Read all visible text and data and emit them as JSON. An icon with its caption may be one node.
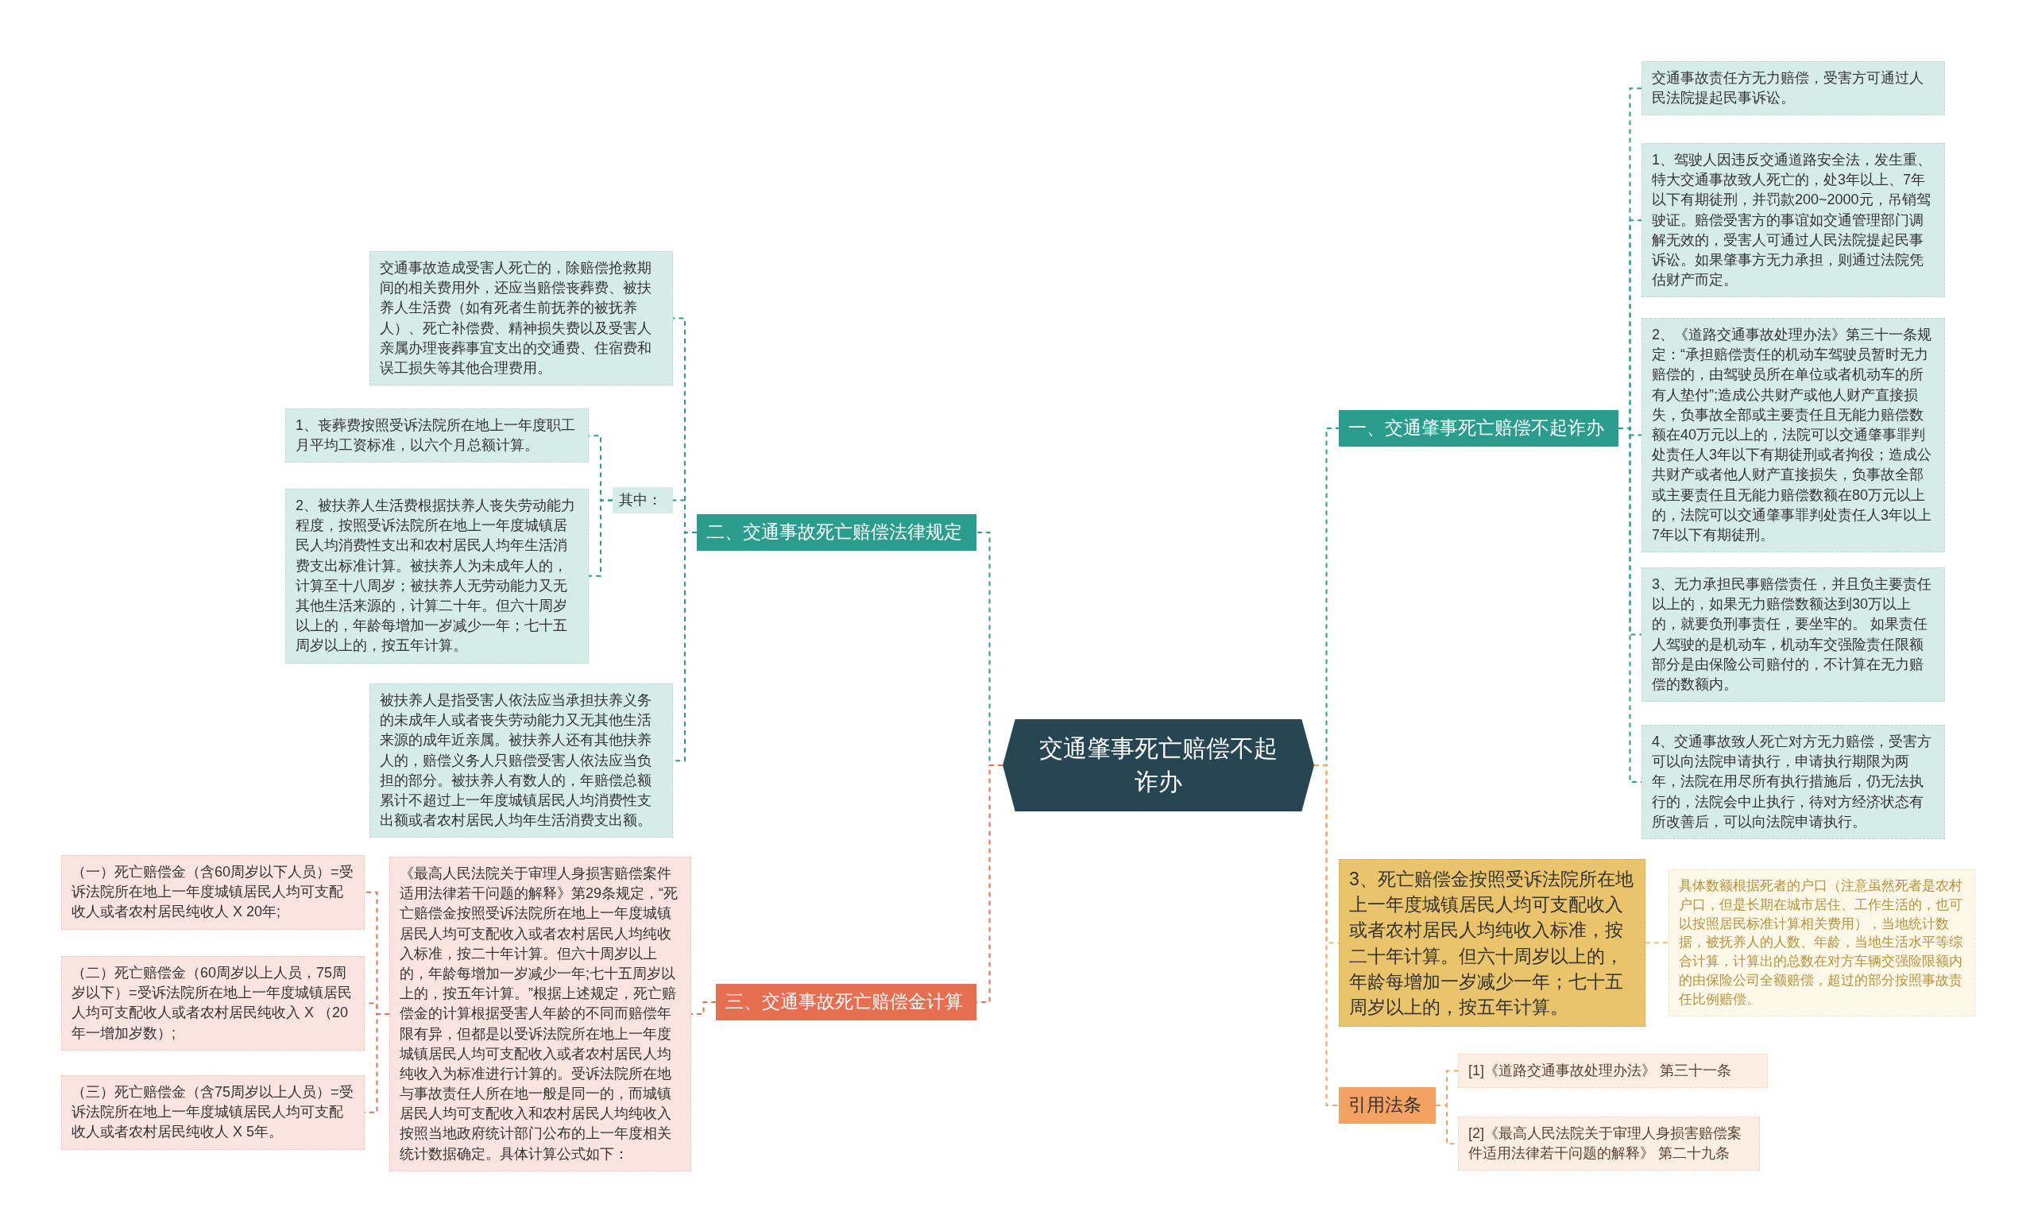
{
  "diagram": {
    "nodes": [
      {
        "text": [
          "交通肇事死亡赔偿不起诈办"
        ]
      },
      {
        "text": [
          "一、交通肇事死亡赔偿不起诈办"
        ]
      },
      {
        "text": [
          "交通事故责任方无力赔偿，受害方可通过人民法院提起民事诉讼。"
        ]
      },
      {
        "text": [
          "1、驾驶人因违反交通道路安全法，发生重、特大交通事故致人死亡的，处3年以上、7年以下有期徒刑，并罚款200~2000元，吊销驾驶证。赔偿受害方的事谊如交通管理部门调解无效的，受害人可通过人民法院提起民事诉讼。如果肇事方无力承担，则通过法院凭估财产而定。"
        ]
      },
      {
        "text": [
          "2、《道路交通事故处理办法》第三十一条规定：“承担赔偿责任的机动车驾驶员暂时无力赔偿的，由驾驶员所在单位或者机动车的所有人垫付”;造成公共财产或他人财产直接损失，负事故全部或主要责任且无能力赔偿数额在40万元以上的，法院可以交通肇事罪判处责任人3年以下有期徒刑或者拘役；造成公共财产或者他人财产直接损失，负事故全部或主要责任且无能力赔偿数额在80万元以上的，法院可以交通肇事罪判处责任人3年以上7年以下有期徒刑。"
        ]
      },
      {
        "text": [
          "3、无力承担民事赔偿责任，并且负主要责任以上的，如果无力赔偿数额达到30万以上的，就要负刑事责任，要坐牢的。 如果责任人驾驶的是机动车，机动车交强险责任限额部分是由保险公司赔付的，不计算在无力赔偿的数额内。"
        ]
      },
      {
        "text": [
          "4、交通事故致人死亡对方无力赔偿，受害方可以向法院申请执行，申请执行期限为两年，法院在用尽所有执行措施后，仍无法执行的，法院会中止执行，待对方经济状态有所改善后，可以向法院申请执行。"
        ]
      },
      {
        "text": [
          "3、死亡赔偿金按照受诉法院所在地上一年度城镇居民人均可支配收入或者农村居民人均纯收入标准，按二十年计算。但六十周岁以上的，年龄每增加一岁减少一年；七十五周岁以上的，按五年计算。"
        ]
      },
      {
        "text": [
          "具体数额根据死者的户口（注意虽然死者是农村户口，但是长期在城市居住、工作生活的，也可以按照居民标准计算相关费用），当地统计数据，被抚养人的人数、年龄，当地生活水平等综合计算，计算出的总数在对方车辆交强险限额内的由保险公司全额赔偿，超过的部分按照事故责任比例赔偿。"
        ]
      },
      {
        "text": [
          "引用法条"
        ]
      },
      {
        "text": [
          "[1]《道路交通事故处理办法》 第三十一条"
        ]
      },
      {
        "text": [
          "[2]《最高人民法院关于审理人身损害赔偿案件适用法律若干问题的解释》 第二十九条"
        ]
      },
      {
        "text": [
          "二、交通事故死亡赔偿法律规定"
        ]
      },
      {
        "text": [
          "交通事故造成受害人死亡的，除赔偿抢救期间的相关费用外，还应当赔偿丧葬费、被扶养人生活费（如有死者生前抚养的被抚养人）、死亡补偿费、精神损失费以及受害人亲属办理丧葬事宜支出的交通费、住宿费和误工损失等其他合理费用。"
        ]
      },
      {
        "text": [
          "其中："
        ]
      },
      {
        "text": [
          "1、丧葬费按照受诉法院所在地上一年度职工月平均工资标准，以六个月总额计算。"
        ]
      },
      {
        "text": [
          "2、被扶养人生活费根据扶养人丧失劳动能力程度，按照受诉法院所在地上一年度城镇居民人均消费性支出和农村居民人均年生活消费支出标准计算。被扶养人为未成年人的，计算至十八周岁；被扶养人无劳动能力又无其他生活来源的，计算二十年。但六十周岁以上的，年龄每增加一岁减少一年；七十五周岁以上的，按五年计算。"
        ]
      },
      {
        "text": [
          "被扶养人是指受害人依法应当承担扶养义务的未成年人或者丧失劳动能力又无其他生活来源的成年近亲属。被扶养人还有其他扶养人的，赔偿义务人只赔偿受害人依法应当负担的部分。被扶养人有数人的，年赔偿总额累计不超过上一年度城镇居民人均消费性支出额或者农村居民人均年生活消费支出额。"
        ]
      },
      {
        "text": [
          "三、交通事故死亡赔偿金计算"
        ]
      },
      {
        "text": [
          "《最高人民法院关于审理人身损害赔偿案件适用法律若干问题的解释》第29条规定，“死亡赔偿金按照受诉法院所在地上一年度城镇居民人均可支配收入或者农村居民人均纯收入标准，按二十年计算。但六十周岁以上的，年龄每增加一岁减少一年;七十五周岁以上的，按五年计算。”根据上述规定，死亡赔偿金的计算根据受害人年龄的不同而赔偿年限有异，但都是以受诉法院所在地上一年度城镇居民人均可支配收入或者农村居民人均纯收入为标准进行计算的。受诉法院所在地与事故责任人所在地一般是同一的，而城镇居民人均可支配收入和农村居民人均纯收入按照当地政府统计部门公布的上一年度相关统计数据确定。具体计算公式如下："
        ]
      },
      {
        "text": [
          "（一）死亡赔偿金（含60周岁以下人员）=受诉法院所在地上一年度城镇居民人均可支配收人或者农村居民纯收人 X 20年;"
        ]
      },
      {
        "text": [
          "（二）死亡赔偿金（60周岁以上人员，75周岁以下）=受诉法院所在地上一年度城镇居民人均可支配收人或者农村居民纯收入 X （20年一增加岁数）;"
        ]
      },
      {
        "text": [
          "（三）死亡赔偿金（含75周岁以上人员）=受诉法院所在地上一年度城镇居民人均可支配收人或者农村居民纯收人 X 5年。"
        ]
      }
    ],
    "edges": [
      {
        "from": 0,
        "to": 1,
        "arrow": "none"
      },
      {
        "from": 1,
        "to": 2,
        "arrow": "none"
      },
      {
        "from": 1,
        "to": 3,
        "arrow": "none"
      },
      {
        "from": 1,
        "to": 4,
        "arrow": "none"
      },
      {
        "from": 1,
        "to": 5,
        "arrow": "none"
      },
      {
        "from": 1,
        "to": 6,
        "arrow": "none"
      },
      {
        "from": 0,
        "to": 7,
        "arrow": "none",
        "color": "#e9c46a"
      },
      {
        "from": 7,
        "to": 8,
        "arrow": "none",
        "color": "#e9c46a"
      },
      {
        "from": 0,
        "to": 9,
        "arrow": "none",
        "color": "#f4a261"
      },
      {
        "from": 9,
        "to": 10,
        "arrow": "none",
        "color": "#f4a261"
      },
      {
        "from": 9,
        "to": 11,
        "arrow": "none",
        "color": "#f4a261"
      },
      {
        "from": 0,
        "to": 12,
        "arrow": "none"
      },
      {
        "from": 12,
        "to": 13,
        "arrow": "none"
      },
      {
        "from": 12,
        "to": 14,
        "arrow": "none"
      },
      {
        "from": 14,
        "to": 15,
        "arrow": "none"
      },
      {
        "from": 14,
        "to": 16,
        "arrow": "none"
      },
      {
        "from": 12,
        "to": 17,
        "arrow": "none"
      },
      {
        "from": 0,
        "to": 18,
        "arrow": "none",
        "color": "#e76f51"
      },
      {
        "from": 18,
        "to": 19,
        "arrow": "none",
        "color": "#e76f51"
      },
      {
        "from": 19,
        "to": 20,
        "arrow": "none",
        "color": "#e76f51"
      },
      {
        "from": 19,
        "to": 21,
        "arrow": "none",
        "color": "#e76f51"
      },
      {
        "from": 19,
        "to": 22,
        "arrow": "none",
        "color": "#e76f51"
      }
    ]
  }
}
